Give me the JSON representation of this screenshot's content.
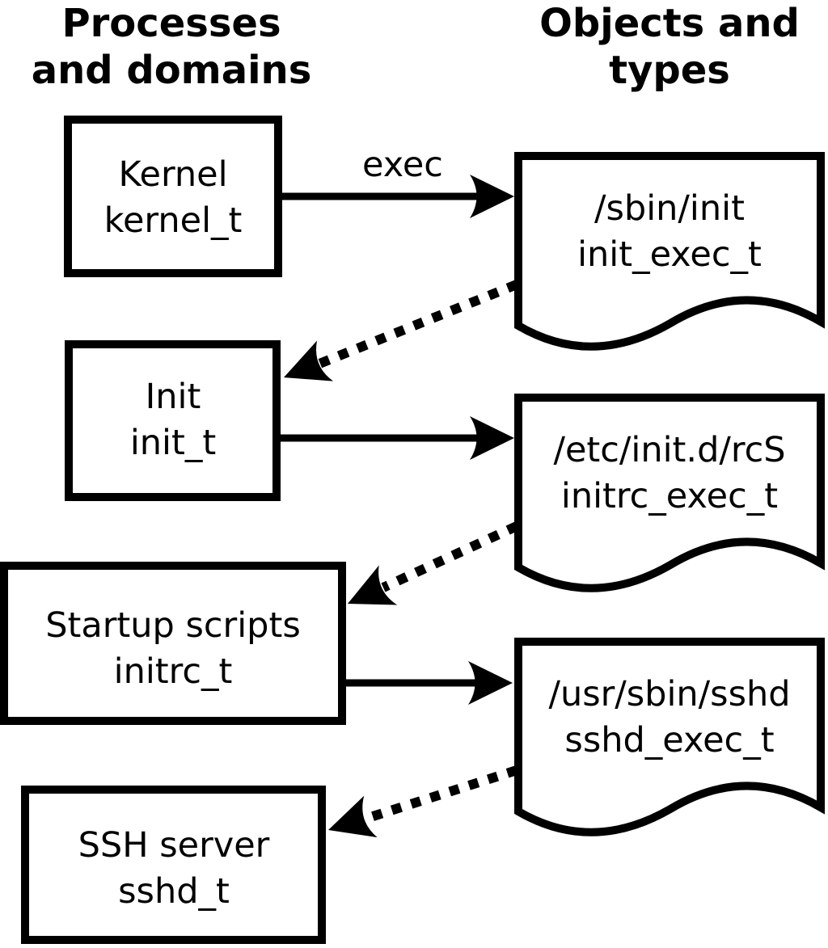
{
  "diagram": {
    "headers": {
      "processes": {
        "line1": "Processes",
        "line2": "and domains"
      },
      "objects": {
        "line1": "Objects and",
        "line2": "types"
      }
    },
    "processes": [
      {
        "name": "Kernel",
        "type": "kernel_t"
      },
      {
        "name": "Init",
        "type": "init_t"
      },
      {
        "name": "Startup scripts",
        "type": "initrc_t"
      },
      {
        "name": "SSH server",
        "type": "sshd_t"
      }
    ],
    "objects": [
      {
        "path": "/sbin/init",
        "type": "init_exec_t"
      },
      {
        "path": "/etc/init.d/rcS",
        "type": "initrc_exec_t"
      },
      {
        "path": "/usr/sbin/sshd",
        "type": "sshd_exec_t"
      }
    ],
    "arrow_labels": {
      "exec": "exec"
    },
    "colors": {
      "ink": "#000000",
      "paper": "#ffffff"
    }
  }
}
